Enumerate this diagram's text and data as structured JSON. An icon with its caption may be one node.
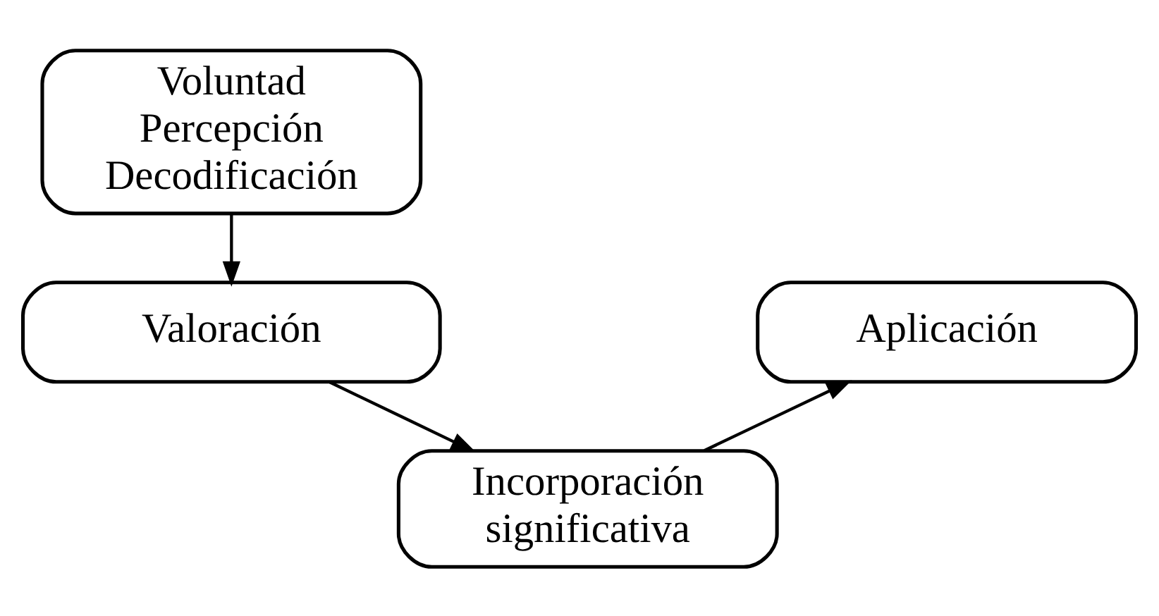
{
  "diagram": {
    "nodes": [
      {
        "text": [
          "Voluntad Percepción Decodificación"
        ]
      },
      {
        "text": [
          "Valoración"
        ]
      },
      {
        "text": [
          "Incorporación significativa"
        ]
      },
      {
        "text": [
          "Aplicación"
        ]
      }
    ],
    "edges": [
      {
        "from": 0,
        "to": 1,
        "arrow": "to"
      },
      {
        "from": 1,
        "to": 2,
        "arrow": "to"
      },
      {
        "from": 2,
        "to": 3,
        "arrow": "to"
      }
    ]
  }
}
